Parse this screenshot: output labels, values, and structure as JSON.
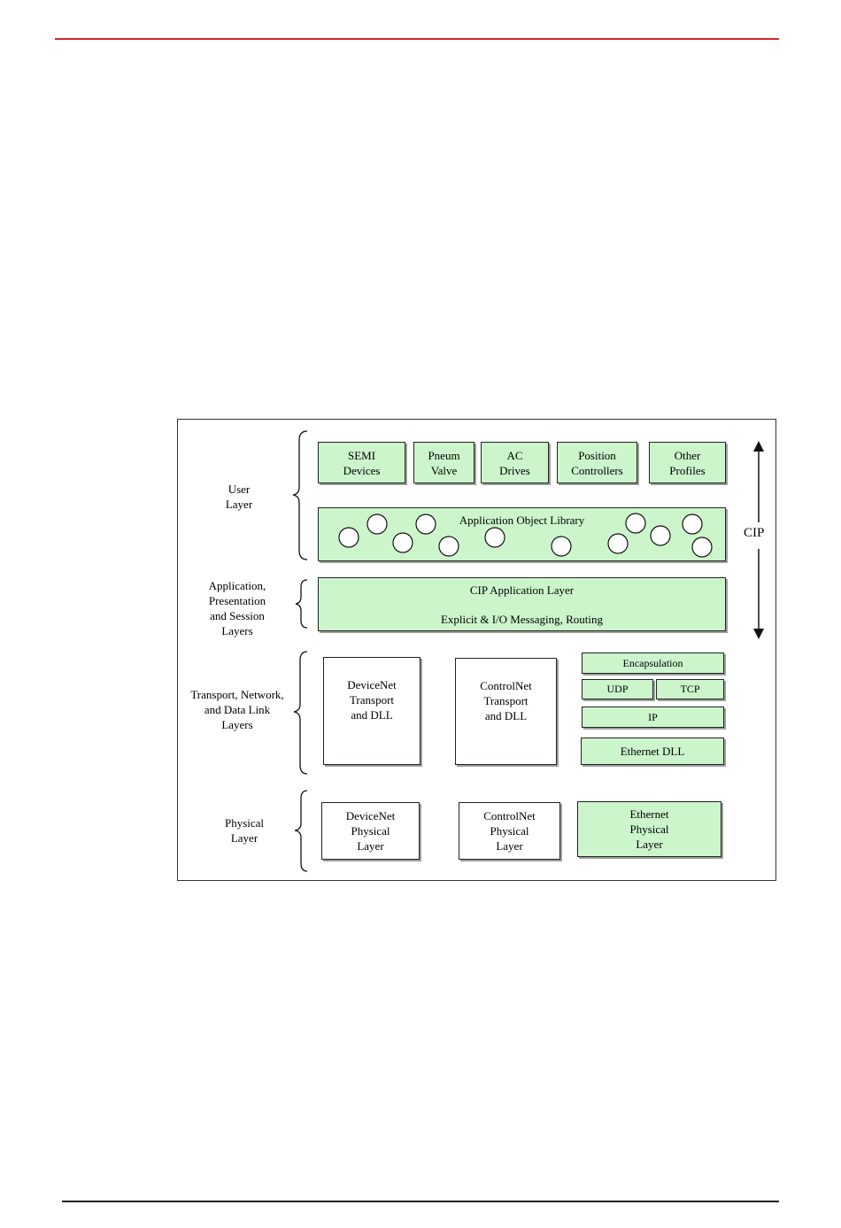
{
  "layers": {
    "user": "User\nLayer",
    "application": "Application,\nPresentation\nand Session\nLayers",
    "transport": "Transport, Network,\nand Data Link\nLayers",
    "physical": "Physical\nLayer"
  },
  "profiles": {
    "semi": "SEMI\nDevices",
    "pneum": "Pneum\nValve",
    "ac": "AC\nDrives",
    "position": "Position\nControllers",
    "other": "Other\nProfiles"
  },
  "app_object_library": "Application Object Library",
  "cip_app_layer": {
    "title": "CIP Application Layer",
    "subtitle": "Explicit & I/O Messaging, Routing"
  },
  "transport": {
    "devicenet": "DeviceNet\nTransport\nand DLL",
    "controlnet": "ControlNet\nTransport\nand DLL",
    "encapsulation": "Encapsulation",
    "udp": "UDP",
    "tcp": "TCP",
    "ip": "IP",
    "ethernet_dll": "Ethernet DLL"
  },
  "physical": {
    "devicenet": "DeviceNet\nPhysical\nLayer",
    "controlnet": "ControlNet\nPhysical\nLayer",
    "ethernet": "Ethernet\nPhysical\nLayer"
  },
  "cip_label": "CIP",
  "colors": {
    "green_fill": "#ccf5cc",
    "top_rule": "#d42a2a"
  }
}
